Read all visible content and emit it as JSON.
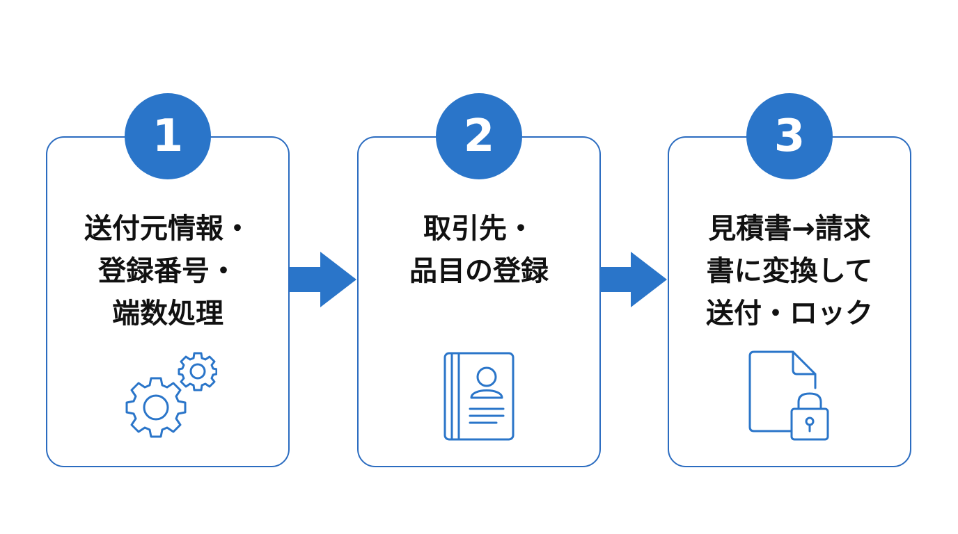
{
  "steps": [
    {
      "number": "1",
      "lines": [
        "送付元情報・",
        "登録番号・",
        "端数処理"
      ],
      "icon": "gears-icon"
    },
    {
      "number": "2",
      "lines": [
        "取引先・",
        "品目の登録"
      ],
      "icon": "contact-book-icon"
    },
    {
      "number": "3",
      "lines": [
        "見積書→請求",
        "書に変換して",
        "送付・ロック"
      ],
      "icon": "locked-file-icon"
    }
  ],
  "colors": {
    "accent": "#2a75c9",
    "border": "#2b6cc0",
    "text": "#111111",
    "background": "#ffffff"
  }
}
